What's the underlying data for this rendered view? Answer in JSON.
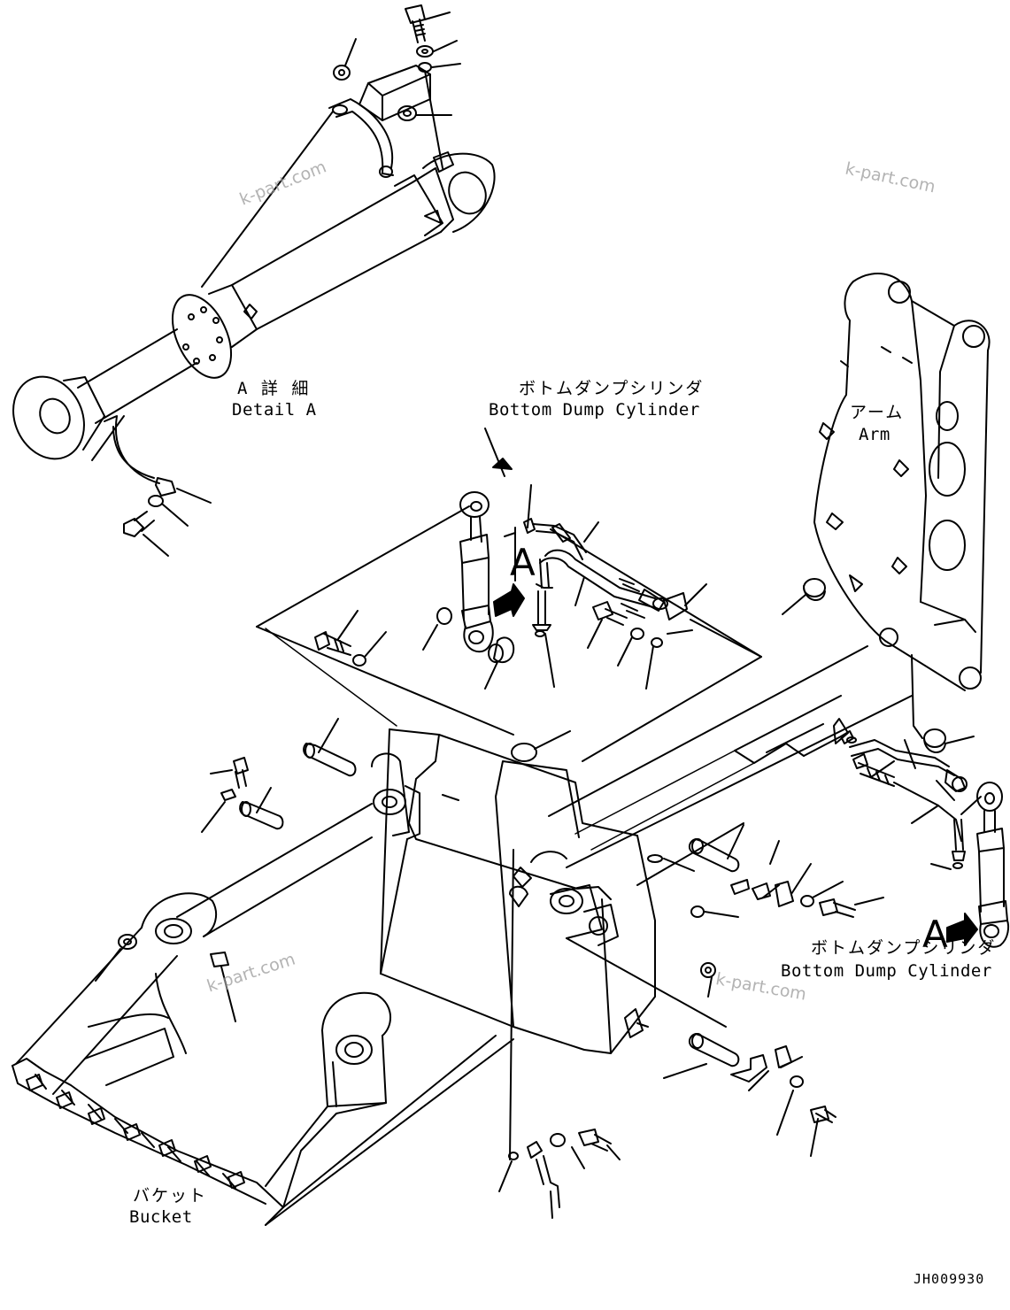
{
  "diagram": {
    "labels": {
      "detail_a_jp": "A 詳 細",
      "detail_a_en": "Detail A",
      "bottom_dump_top_jp": "ボトムダンプシリンダ",
      "bottom_dump_top_en": "Bottom Dump Cylinder",
      "arm_jp": "アーム",
      "arm_en": "Arm",
      "bottom_dump_right_jp": "ボトムダンプシリンダ",
      "bottom_dump_right_en": "Bottom Dump Cylinder",
      "bucket_jp": "バケット",
      "bucket_en": "Bucket",
      "marker_a_top": "A",
      "marker_a_right": "A"
    },
    "watermark": "k-part.com",
    "drawing_code": "JH009930"
  }
}
